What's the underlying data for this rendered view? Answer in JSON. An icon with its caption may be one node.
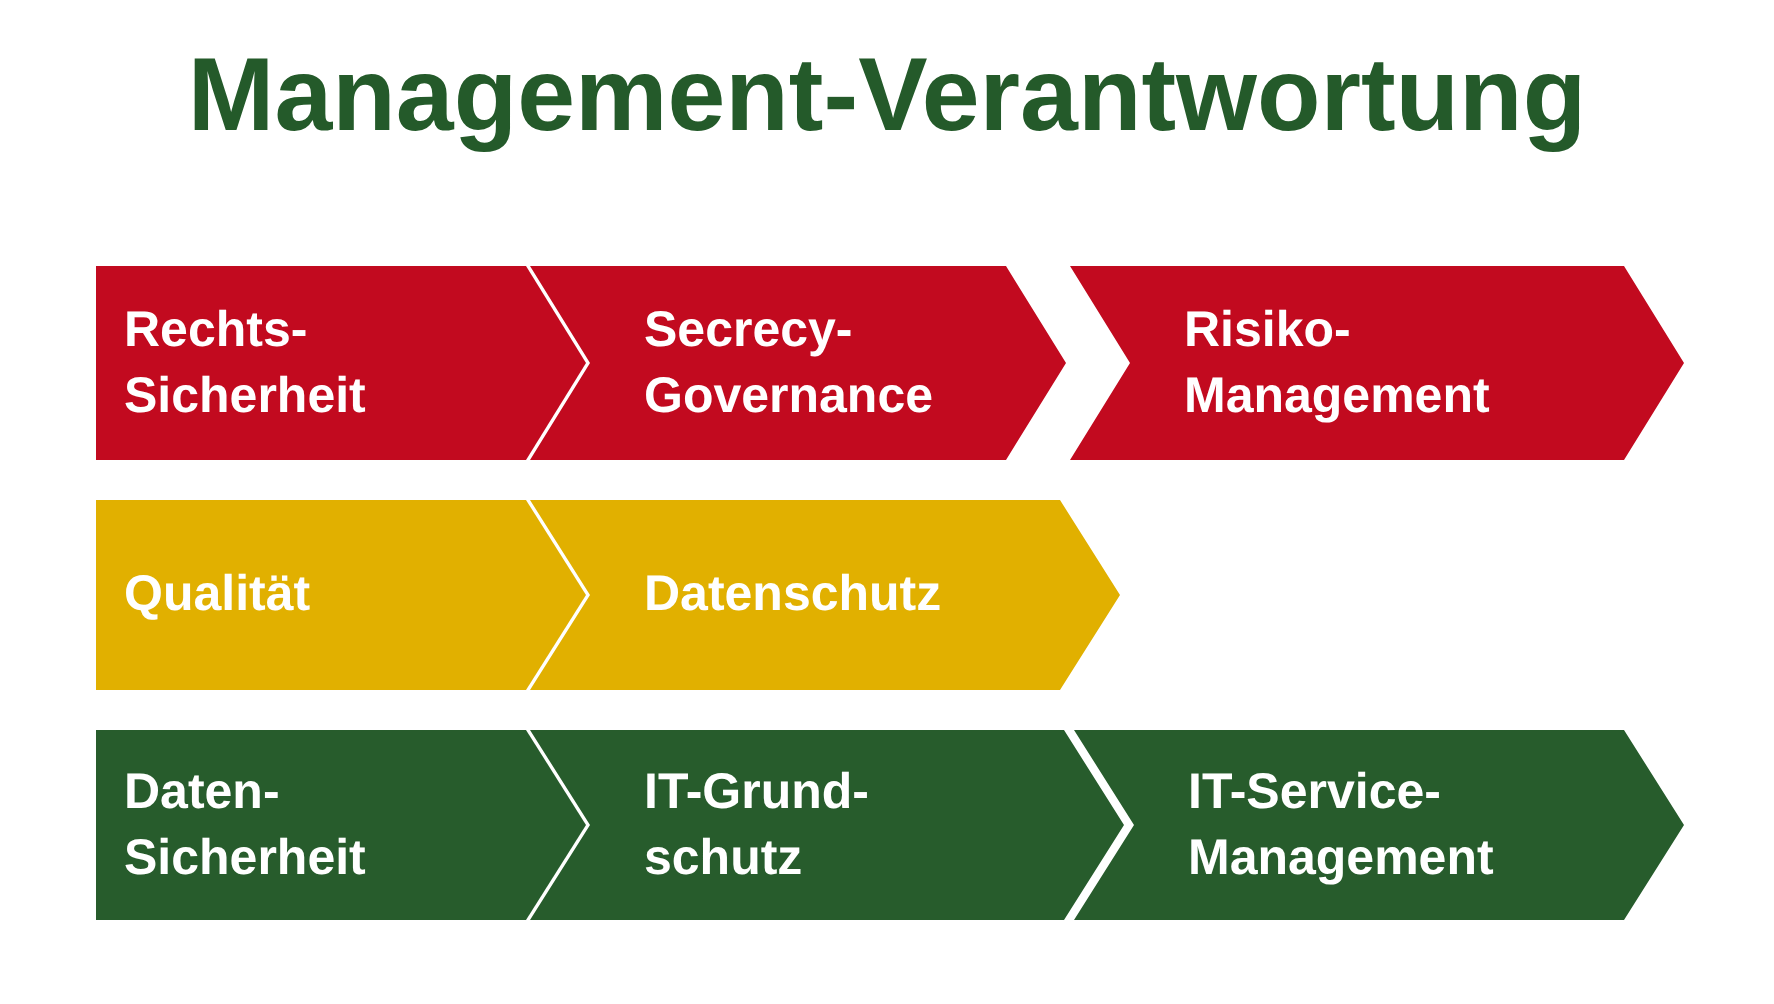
{
  "diagram": {
    "title": "Management-Verantwortung",
    "nodes": [
      {
        "text": [
          "Rechts- Sicherheit"
        ]
      },
      {
        "text": [
          "Secrecy- Governance"
        ]
      },
      {
        "text": [
          "Risiko- Management"
        ]
      },
      {
        "text": [
          "Qualität"
        ]
      },
      {
        "text": [
          "Datenschutz"
        ]
      },
      {
        "text": [
          "Daten- Sicherheit"
        ]
      },
      {
        "text": [
          "IT-Grund- schutz"
        ]
      },
      {
        "text": [
          "IT-Service- Management"
        ]
      }
    ],
    "edges": []
  }
}
